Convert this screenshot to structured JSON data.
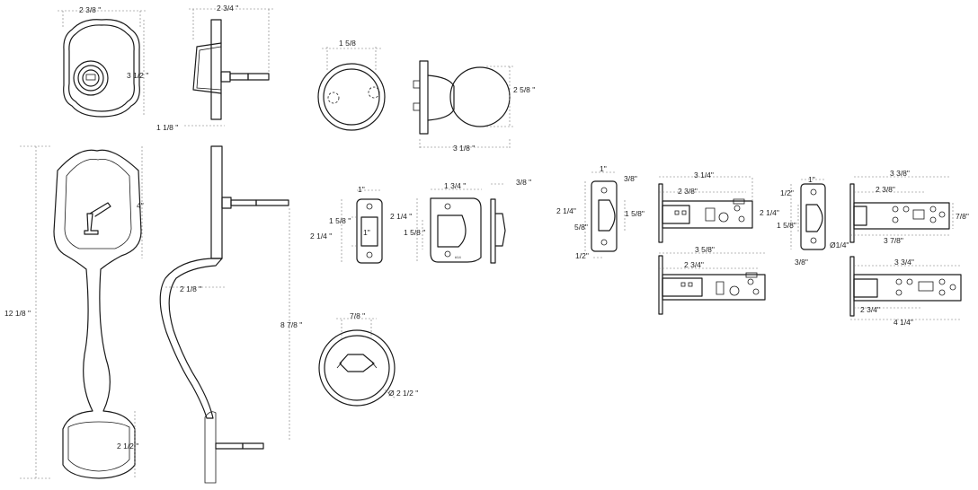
{
  "colors": {
    "line": "#1a1a1a",
    "dimension": "#777777",
    "background": "#ffffff"
  },
  "deadbolt": {
    "width": "2 3/8 \"",
    "height": "3 1/2 \"",
    "side_depth": "2 3/4 \"",
    "projection": "1 1/8 \""
  },
  "knob": {
    "rose": "1 5/8",
    "height": "2 5/8 \"",
    "length": "3 1/8 \""
  },
  "handleset": {
    "height": "12 1/8 \"",
    "top_height": "4\"",
    "bottom_height": "2 1/2 \"",
    "projection": "2 1/8 \"",
    "vertical_span": "8 7/8 \""
  },
  "strike_plates": {
    "width1": "1\"",
    "faceplate_h1": "1 5/8 \"",
    "faceplate_outer": "2 1/4 \"",
    "inner_label": "1\"",
    "plate_width": "1 3/4 \"",
    "plate_h1": "2 1/4 \"",
    "plate_h2": "1 5/8 \"",
    "box_depth": "3/8 \"",
    "stamp": "#14"
  },
  "thumbturn": {
    "width": "7/8 \"",
    "diameter": "Ø 2 1/2 \""
  },
  "latch_left": {
    "face_width": "1\"",
    "radius": "3/8\"",
    "face_height": "2 1/4\"",
    "inner_height": "1 5/8\"",
    "offset": "5/8\"",
    "bottom": "1/2\"",
    "total1": "3 1/4\"",
    "backset1": "2 3/8\"",
    "total2": "3 5/8\"",
    "backset2": "2 3/4\""
  },
  "latch_right": {
    "face_width": "1\"",
    "top": "1/2\"",
    "face_height": "2 1/4\"",
    "inner_height": "1 5/8\"",
    "hole": "Ø1/4\"",
    "bottom": "3/8\"",
    "total1": "3 3/8\"",
    "backset1": "2 3/8\"",
    "side": "7/8\"",
    "overall1": "3 7/8\"",
    "total2": "3 3/4\"",
    "backset2": "2 3/4\"",
    "overall2": "4 1/4\""
  }
}
